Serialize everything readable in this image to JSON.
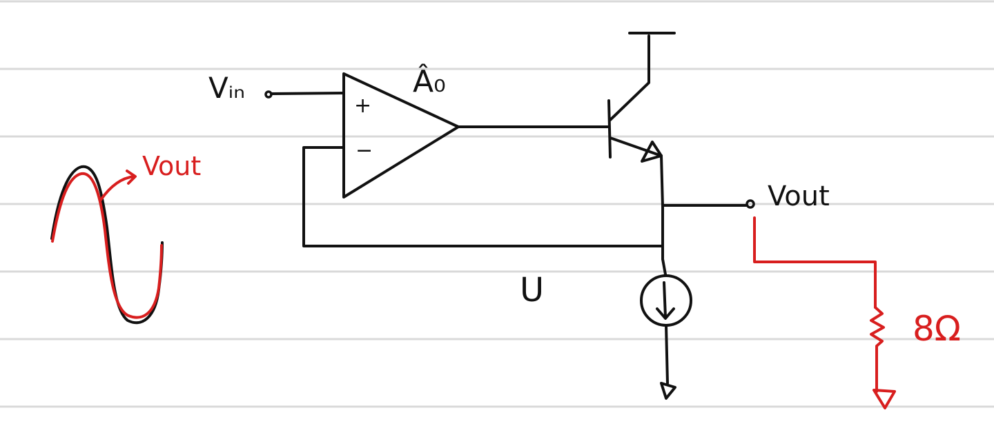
{
  "labels": {
    "input": "Vᵢₙ",
    "gain": "Â₀",
    "plus": "+",
    "minus": "−",
    "output_node": "Vout",
    "waveform": "Vout",
    "feedback": "U",
    "load": "8Ω"
  },
  "colors": {
    "ink": "#111111",
    "annotation": "#d81e1e",
    "ruled_lines": "#d9d9d9"
  },
  "icons": {
    "opamp": "opamp-triangle-symbol",
    "transistor": "npn-transistor-symbol",
    "current_source": "current-source-symbol",
    "ground": "ground-symbol",
    "resistor": "resistor-symbol"
  }
}
